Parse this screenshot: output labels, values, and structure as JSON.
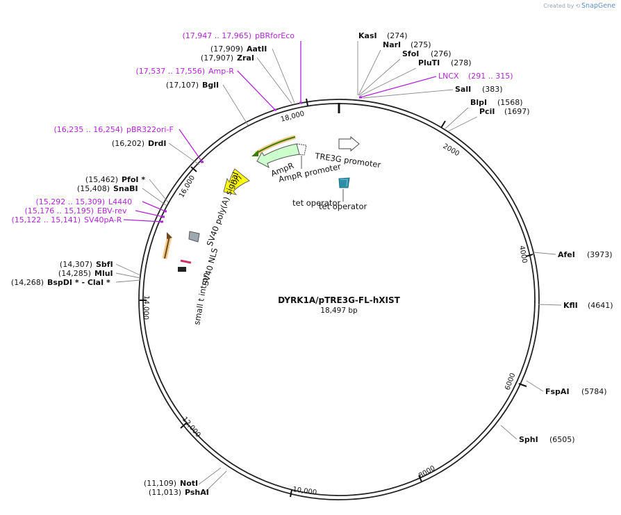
{
  "branding": {
    "created_by": "Created by",
    "product": "SnapGene"
  },
  "plasmid": {
    "name": "DYRK1A/pTRE3G-FL-hXIST",
    "size_label": "18,497 bp",
    "length": 18497
  },
  "ticks": [
    "2000",
    "4000",
    "6000",
    "8000",
    "10,000",
    "12,000",
    "14,000",
    "16,000",
    "18,000"
  ],
  "sites": [
    {
      "name": "KasI",
      "pos": "(274)"
    },
    {
      "name": "NarI",
      "pos": "(275)"
    },
    {
      "name": "SfoI",
      "pos": "(276)"
    },
    {
      "name": "PluTI",
      "pos": "(278)"
    },
    {
      "name": "LNCX",
      "pos": "(291 .. 315)",
      "primer": true
    },
    {
      "name": "SalI",
      "pos": "(383)"
    },
    {
      "name": "BlpI",
      "pos": "(1568)"
    },
    {
      "name": "PciI",
      "pos": "(1697)"
    },
    {
      "name": "AfeI",
      "pos": "(3973)"
    },
    {
      "name": "KflI",
      "pos": "(4641)"
    },
    {
      "name": "FspAI",
      "pos": "(5784)"
    },
    {
      "name": "SphI",
      "pos": "(6505)"
    },
    {
      "name": "NotI",
      "pos": "(11,109)"
    },
    {
      "name": "PshAI",
      "pos": "(11,013)"
    },
    {
      "name": "SbfI",
      "pos": "(14,307)"
    },
    {
      "name": "MluI",
      "pos": "(14,285)"
    },
    {
      "name": "BspDI * - ClaI *",
      "pos": "(14,268)"
    },
    {
      "name": "SV40pA-R",
      "pos": "(15,122 .. 15,141)",
      "primer": true
    },
    {
      "name": "EBV-rev",
      "pos": "(15,176 .. 15,195)",
      "primer": true
    },
    {
      "name": "L4440",
      "pos": "(15,292 .. 15,309)",
      "primer": true
    },
    {
      "name": "SnaBI",
      "pos": "(15,408)"
    },
    {
      "name": "PfoI *",
      "pos": "(15,462)"
    },
    {
      "name": "DrdI",
      "pos": "(16,202)"
    },
    {
      "name": "pBR322ori-F",
      "pos": "(16,235 .. 16,254)",
      "primer": true
    },
    {
      "name": "BglI",
      "pos": "(17,107)"
    },
    {
      "name": "Amp-R",
      "pos": "(17,537 .. 17,556)",
      "primer": true
    },
    {
      "name": "ZraI",
      "pos": "(17,907)"
    },
    {
      "name": "AatII",
      "pos": "(17,909)"
    },
    {
      "name": "pBRforEco",
      "pos": "(17,947 .. 17,965)",
      "primer": true
    }
  ],
  "features": [
    {
      "name": "TRE3G promoter",
      "color": "#ffffff"
    },
    {
      "name": "tet operator",
      "color": "#2b8fa8"
    },
    {
      "name": "tet operator",
      "color": "#2b8fa8"
    },
    {
      "name": "AmpR promoter",
      "color": "#ffffff"
    },
    {
      "name": "AmpR",
      "color": "#ccffcc"
    },
    {
      "name": "ori",
      "color": "#ffff00"
    },
    {
      "name": "SV40 poly(A) signal",
      "color": "#9fa8b0"
    },
    {
      "name": "SV40 NLS",
      "color": "#cc3366"
    },
    {
      "name": "small t intron",
      "color": "#222222"
    }
  ],
  "colors": {
    "primer": "#b026d6",
    "orf_outline": "#3a7d0a",
    "orf_glow": "#f5c98a",
    "backbone": "#222222"
  }
}
